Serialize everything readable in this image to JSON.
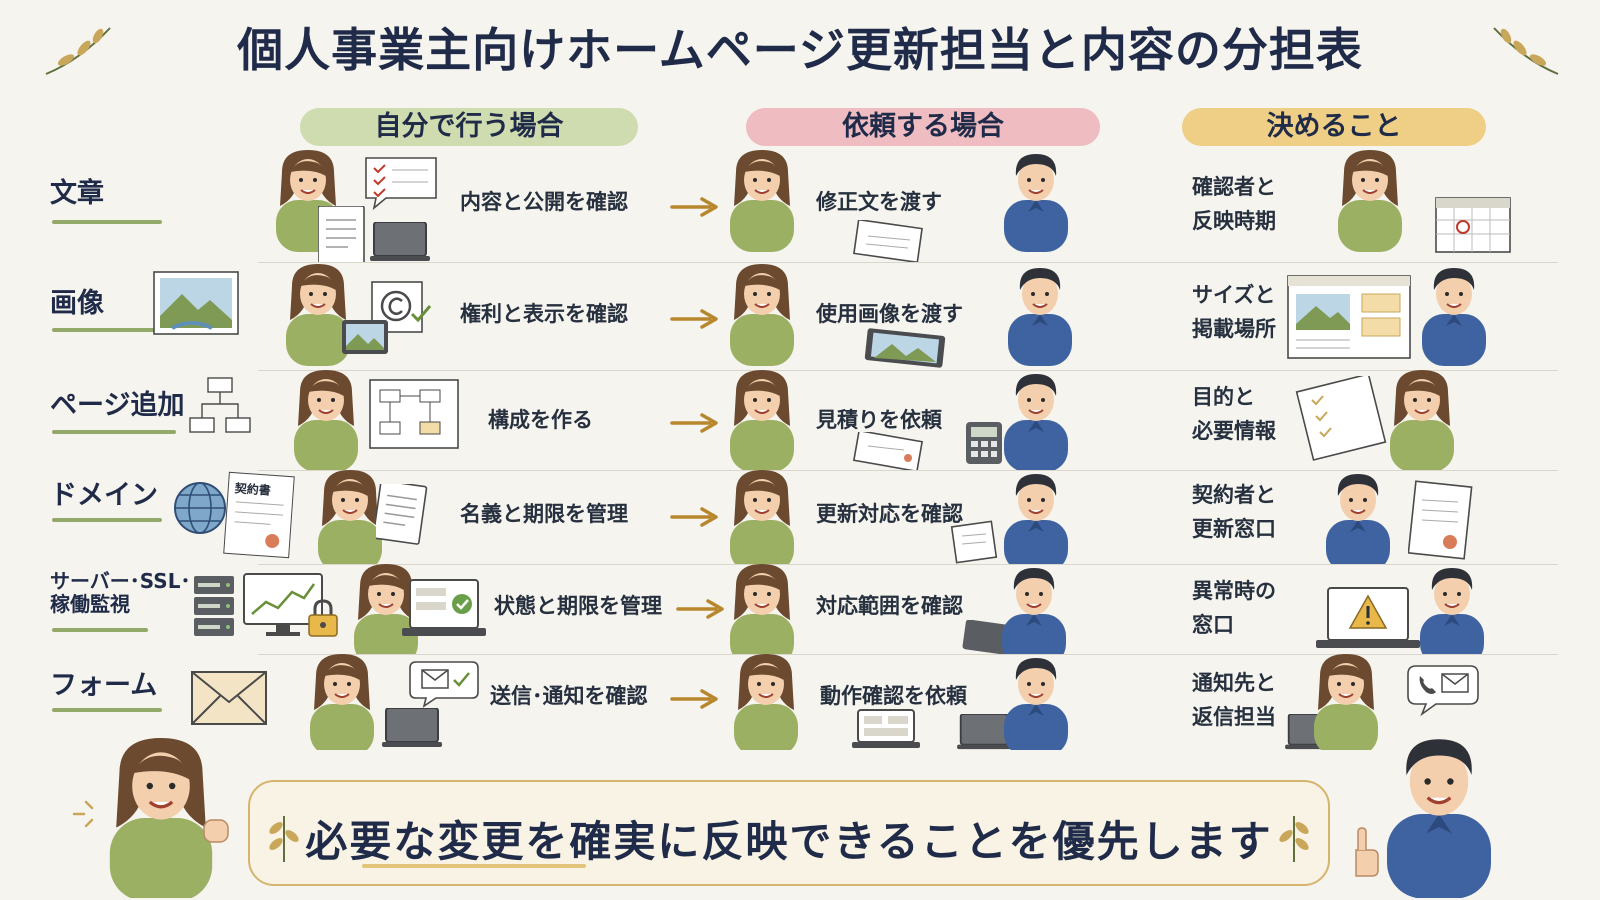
{
  "title": "個人事業主向けホームページ更新担当と内容の分担表",
  "columns": {
    "self": "自分で行う場合",
    "request": "依頼する場合",
    "decide": "決めること"
  },
  "rows": [
    {
      "label": "文章",
      "self_task": "内容と公開を確認",
      "request_task": "修正文を渡す",
      "decide": "確認者と\n反映時期"
    },
    {
      "label": "画像",
      "self_task": "権利と表示を確認",
      "request_task": "使用画像を渡す",
      "decide": "サイズと\n掲載場所"
    },
    {
      "label": "ページ追加",
      "self_task": "構成を作る",
      "request_task": "見積りを依頼",
      "decide": "目的と\n必要情報"
    },
    {
      "label": "ドメイン",
      "self_task": "名義と期限を管理",
      "request_task": "更新対応を確認",
      "decide": "契約者と\n更新窓口",
      "doc_label": "契約書"
    },
    {
      "label": "サーバー･SSL･\n稼働監視",
      "self_task": "状態と期限を管理",
      "request_task": "対応範囲を確認",
      "decide": "異常時の\n窓口"
    },
    {
      "label": "フォーム",
      "self_task": "送信･通知を確認",
      "request_task": "動作確認を依頼",
      "decide": "通知先と\n返信担当"
    }
  ],
  "banner": "必要な変更を確実に反映できることを優先します",
  "colors": {
    "self_header": "#cfdcaf",
    "request_header": "#eebcc1",
    "decide_header": "#efcf86",
    "title": "#1f2b48",
    "arrow": "#b8862c",
    "woman_shirt": "#9cb063",
    "man_shirt": "#3f63a0"
  },
  "icons": [
    "sprig-icon",
    "checklist-icon",
    "laptop-icon",
    "landscape-picture-icon",
    "copyright-icon",
    "flowchart-icon",
    "globe-icon",
    "contract-icon",
    "server-icon",
    "monitor-icon",
    "lock-icon",
    "envelope-icon",
    "calculator-icon",
    "calendar-icon",
    "warning-icon",
    "phone-icon",
    "thumbs-up-icon"
  ]
}
